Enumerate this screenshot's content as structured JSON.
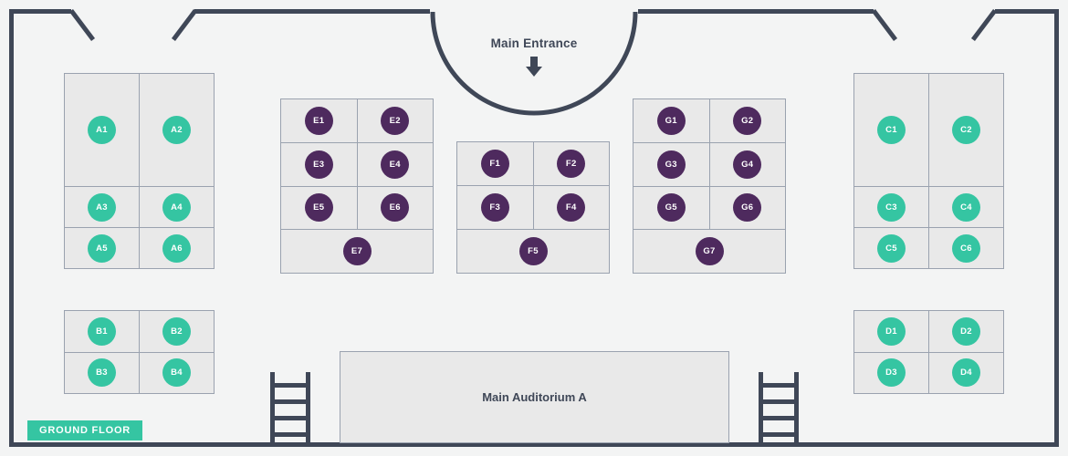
{
  "floor": {
    "label": "GROUND FLOOR"
  },
  "entrance": {
    "label": "Main Entrance"
  },
  "auditorium": {
    "label": "Main Auditorium A"
  },
  "colors": {
    "teal": "#35c5a2",
    "purple": "#4e2a5e",
    "wall": "#3f4757",
    "text": "#3f4757",
    "booth_fill": "#e9e9e9",
    "booth_border": "#9aa2af"
  },
  "icons": {
    "entrance_arrow": "arrow-down",
    "stairs": "ladder"
  },
  "blocks": [
    {
      "id": "A",
      "color": "teal",
      "rows": [
        [
          "A1",
          "A2"
        ],
        [
          "A3",
          "A4"
        ],
        [
          "A5",
          "A6"
        ]
      ]
    },
    {
      "id": "B",
      "color": "teal",
      "rows": [
        [
          "B1",
          "B2"
        ],
        [
          "B3",
          "B4"
        ]
      ]
    },
    {
      "id": "E",
      "color": "purple",
      "rows": [
        [
          "E1",
          "E2"
        ],
        [
          "E3",
          "E4"
        ],
        [
          "E5",
          "E6"
        ],
        [
          "E7"
        ]
      ]
    },
    {
      "id": "F",
      "color": "purple",
      "rows": [
        [
          "F1",
          "F2"
        ],
        [
          "F3",
          "F4"
        ],
        [
          "F5"
        ]
      ]
    },
    {
      "id": "G",
      "color": "purple",
      "rows": [
        [
          "G1",
          "G2"
        ],
        [
          "G3",
          "G4"
        ],
        [
          "G5",
          "G6"
        ],
        [
          "G7"
        ]
      ]
    },
    {
      "id": "C",
      "color": "teal",
      "rows": [
        [
          "C1",
          "C2"
        ],
        [
          "C3",
          "C4"
        ],
        [
          "C5",
          "C6"
        ]
      ]
    },
    {
      "id": "D",
      "color": "teal",
      "rows": [
        [
          "D1",
          "D2"
        ],
        [
          "D3",
          "D4"
        ]
      ]
    }
  ]
}
